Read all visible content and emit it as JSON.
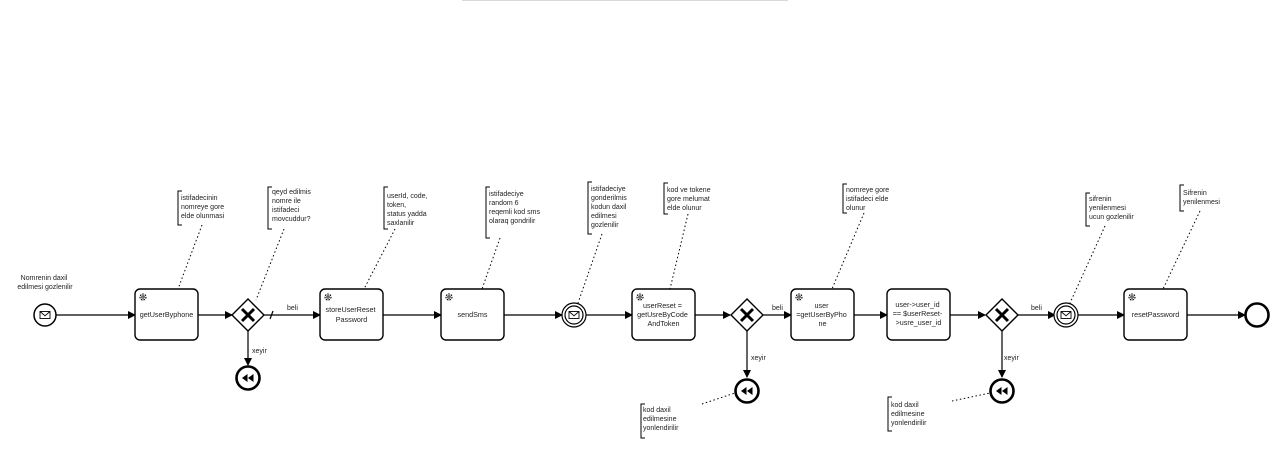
{
  "start_event_label": "Nomrenin daxil edilmesi gozlenilir",
  "tasks": {
    "t1": "getUserByphone",
    "t2": "storeUserReset Password",
    "t3": "sendSms",
    "t4": "userReset = getUsreByCode AndToken",
    "t5": "user =getUserByPho ne",
    "t6": "user->user_id == $userReset- >usre_user_id",
    "t7": "resetPassword"
  },
  "flow_labels": {
    "yes1": "beli",
    "no1": "xeyir",
    "yes2": "beli",
    "no2": "xeyir",
    "yes3": "beli",
    "no3": "xeyir"
  },
  "annotations": {
    "a1": "istifadecinin nomreye gore elde olunmasi",
    "a2": "qeyd edilmis nomre ile istifadeci movcuddur?",
    "a3": "userId, code, token, status yadda saxlanilir",
    "a4": "istifadeciye random 6 reqemli kod sms olaraq gondrilir",
    "a5": "istifadeciye gonderilmis kodun daxil edilmesi gozlenilir",
    "a6": "kod ve tokene gore melumat elde olunur",
    "a7": "nomreye gore istifadeci elde olunur",
    "a8": "sifrenin yenilenmesi ucun gozlenilir",
    "a9": "Sifrenin yenilenmesi",
    "a10": "kod daxil edilmesine yonlendirilir",
    "a11": "kod daxil edilmesine yonlendirilir"
  },
  "colors": {
    "stroke": "#000000",
    "background": "#ffffff"
  },
  "icons": {
    "task_marker": "gear-icon",
    "message_event": "envelope-icon",
    "gateway": "x-gateway-icon",
    "link_event": "rewind-icon"
  }
}
